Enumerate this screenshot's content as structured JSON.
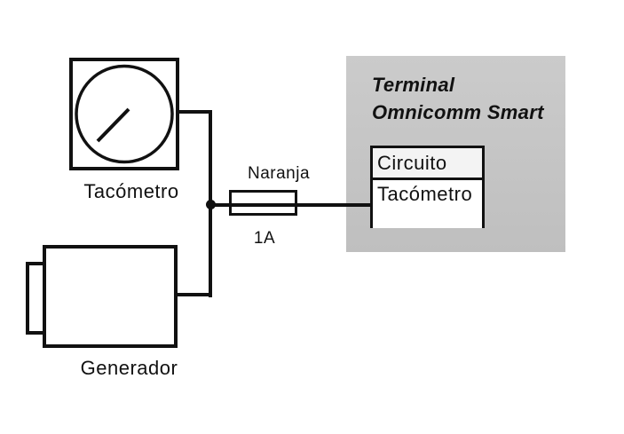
{
  "diagram": {
    "tachometer": {
      "label": "Tacómetro"
    },
    "generator": {
      "label": "Generador"
    },
    "fuse": {
      "wire_color_label": "Naranja",
      "rating_label": "1A"
    },
    "terminal_panel": {
      "title_line1": "Terminal",
      "title_line2": "Omnicomm Smart",
      "table": {
        "header": "Circuito",
        "rows": [
          "Tacómetro"
        ]
      }
    },
    "colors": {
      "line": "#111111",
      "panel_bg": "#c5c5c5",
      "table_header_bg": "#f3f3f3",
      "canvas_bg": "#ffffff"
    }
  }
}
